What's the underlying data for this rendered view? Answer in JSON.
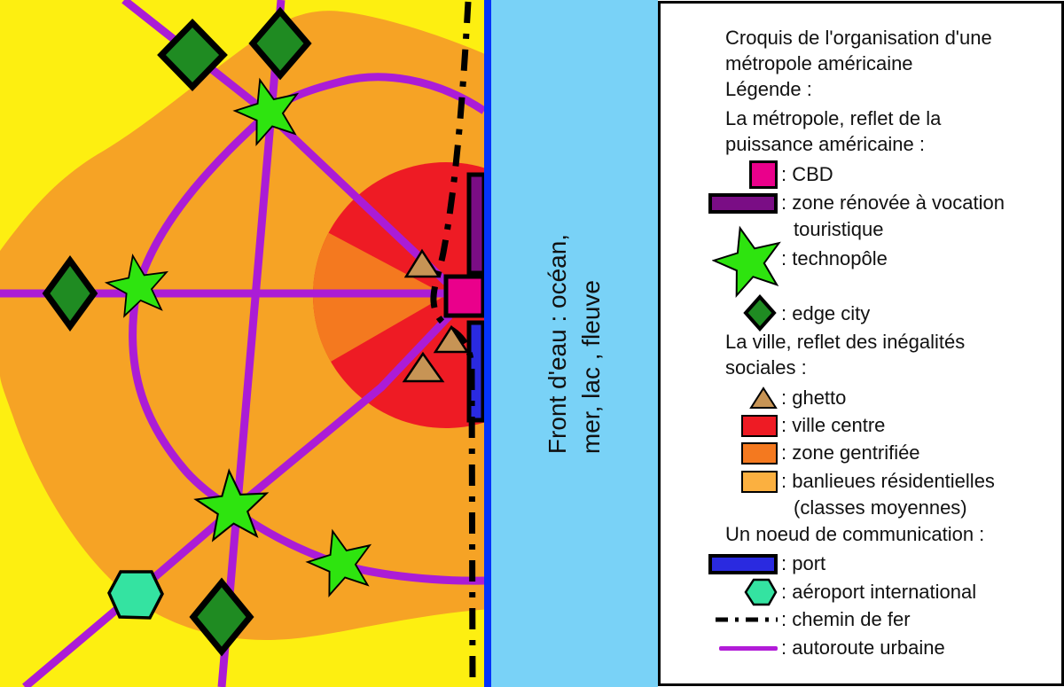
{
  "legend": {
    "title_line1": "Croquis de l'organisation d'une",
    "title_line2": "métropole américaine",
    "legende_label": "Légende :",
    "section_metropole_line1": "La métropole, reflet de la",
    "section_metropole_line2": "puissance américaine :",
    "section_ville_line1": "La ville, reflet des inégalités",
    "section_ville_line2": "sociales :",
    "section_noeud": "Un noeud de communication :",
    "items": {
      "cbd": ": CBD",
      "zone_renovee": ": zone rénovée à vocation",
      "zone_renovee_wrap": "touristique",
      "technopole": ": technopôle",
      "edge_city": ": edge city",
      "ghetto": ": ghetto",
      "ville_centre": ": ville centre",
      "zone_gentrifiee": ": zone gentrifiée",
      "banlieues": ": banlieues résidentielles",
      "banlieues_wrap": "(classes moyennes)",
      "port": ": port",
      "aeroport": ": aéroport international",
      "chemin_de_fer": ": chemin de fer",
      "autoroute": ": autoroute urbaine"
    }
  },
  "water": {
    "line1": "Front d'eau : océan,",
    "line2": "mer, lac , fleuve"
  },
  "colors": {
    "yellow_periurban": "#fdef11",
    "banlieue_orange": "#f6a325",
    "zone_gentrifiee_orange": "#f4791f",
    "ville_centre_red": "#ee1b24",
    "cbd_pink": "#ea008b",
    "zone_renovee_purple": "#7a0d85",
    "port_blue": "#2a2ae0",
    "road_purple": "#ab1cd6",
    "railway_black": "#000000",
    "edge_city_green": "#1f8b22",
    "technopole_green": "#2ee40f",
    "airport_teal": "#34e3a1",
    "ghetto_tan": "#c79455",
    "water_blue": "#79d2f7",
    "waterfront_border_blue": "#0433fa",
    "legend_swatch_banlieue": "#fbb040"
  }
}
